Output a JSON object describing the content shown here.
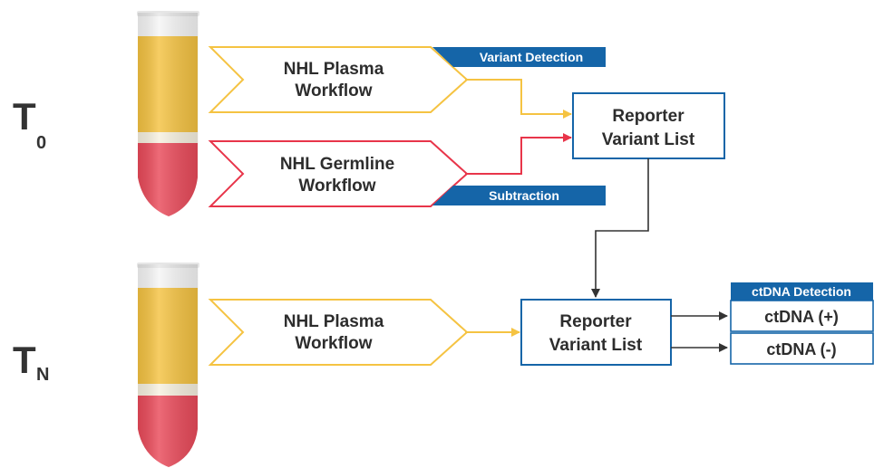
{
  "time_points": {
    "t0": {
      "main": "T",
      "sub": "0"
    },
    "tn": {
      "main": "T",
      "sub": "N"
    }
  },
  "workflows": {
    "t0_plasma": {
      "line1": "NHL Plasma",
      "line2": "Workflow"
    },
    "t0_germline": {
      "line1": "NHL Germline",
      "line2": "Workflow"
    },
    "tn_plasma": {
      "line1": "NHL Plasma",
      "line2": "Workflow"
    }
  },
  "tags": {
    "variant_detection": "Variant Detection",
    "subtraction": "Subtraction",
    "ctdna_detection": "ctDNA Detection"
  },
  "reporter_t0": {
    "line1": "Reporter",
    "line2": "Variant List"
  },
  "reporter_tn": {
    "line1": "Reporter",
    "line2": "Variant List"
  },
  "results": {
    "positive": "ctDNA (+)",
    "negative": "ctDNA (-)"
  },
  "colors": {
    "plasma": "#f5c342",
    "germline": "#e8354a",
    "blood_red": "#ea4a5a",
    "accent_blue": "#1565a8",
    "arrow_dark": "#333333",
    "text": "#2d2d2d"
  }
}
